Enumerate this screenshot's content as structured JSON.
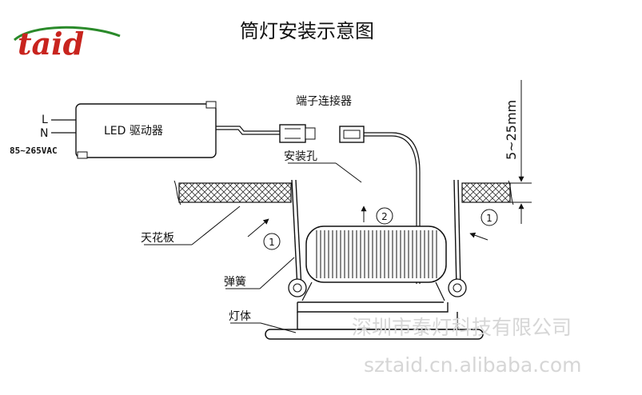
{
  "title": "筒灯安装示意图",
  "logo": "taid",
  "labels": {
    "L": "L",
    "N": "N",
    "voltage": "85~265VAC",
    "driver": "LED 驱动器",
    "connector": "端子连接器",
    "mount_hole": "安装孔",
    "ceiling": "天花板",
    "spring": "弹簧",
    "body": "灯体",
    "step1_left": "1",
    "step1_right": "1",
    "step2": "2",
    "thickness": "5~25mm"
  },
  "watermark": {
    "company": "深圳市泰灯科技有限公司",
    "url": "sztaid.cn.alibaba.com"
  },
  "colors": {
    "logo": "#c8241e",
    "logo_swoosh": "#2a8a2a",
    "watermark": "#d6d6d6"
  }
}
